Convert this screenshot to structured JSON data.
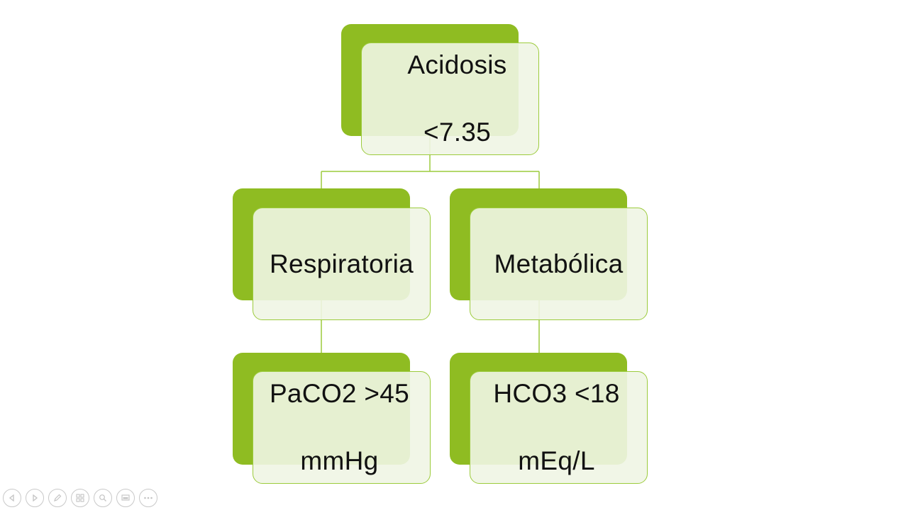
{
  "colors": {
    "accent": "#8fbc22",
    "box_fill": "#eff5e4",
    "box_border": "#9ccb3c",
    "connector": "#9ccb3c",
    "text": "#111111"
  },
  "diagram": {
    "root": {
      "line1": "Acidosis",
      "line2": "<7.35"
    },
    "left_branch": {
      "title": "Respiratoria",
      "detail_line1": "PaCO2 >45",
      "detail_line2": "mmHg"
    },
    "right_branch": {
      "title": "Metabólica",
      "detail_line1": "HCO3 <18",
      "detail_line2": "mEq/L"
    }
  },
  "slideshow_toolbar": {
    "icons": [
      "previous-icon",
      "next-icon",
      "pen-icon",
      "slides-grid-icon",
      "zoom-icon",
      "screen-icon",
      "more-icon"
    ]
  }
}
